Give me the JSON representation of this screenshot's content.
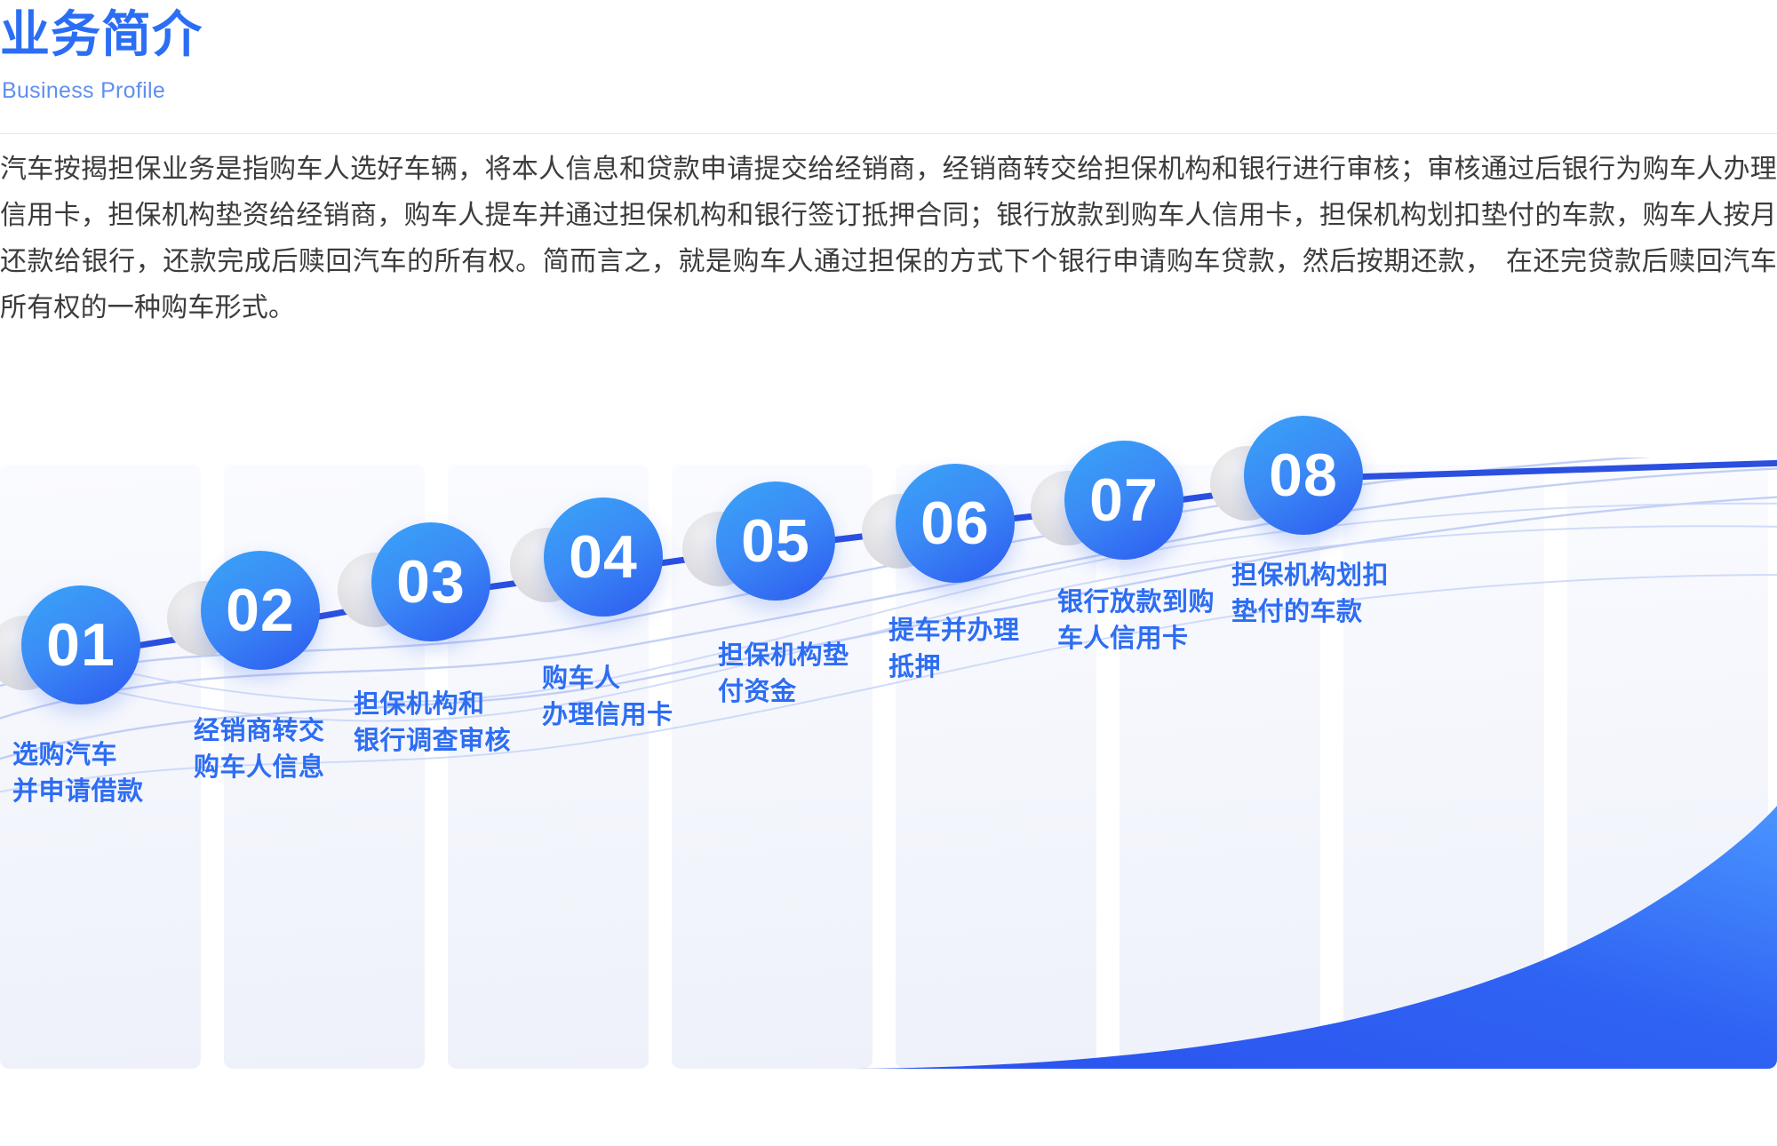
{
  "header": {
    "title": "业务简介",
    "subtitle": "Business Profile"
  },
  "intro": {
    "paragraph": "汽车按揭担保业务是指购车人选好车辆，将本人信息和贷款申请提交给经销商，经销商转交给担保机构和银行进行审核；审核通过后银行为购车人办理信用卡，担保机构垫资给经销商，购车人提车并通过担保机构和银行签订抵押合同；银行放款到购车人信用卡，担保机构划扣垫付的车款，购车人按月还款给银行，还款完成后赎回汽车的所有权。简而言之，就是购车人通过担保的方式下个银行申请购车贷款，然后按期还款，　在还完贷款后赎回汽车所有权的一种购车形式。"
  },
  "colors": {
    "brand_blue": "#2b6ef5",
    "subtitle_blue": "#5f8fef",
    "label_blue": "#2d6df3",
    "ball_gradient_start": "#39a4f7",
    "ball_gradient_end": "#2c59ef",
    "panel_bg_start": "#fafbff",
    "panel_bg_end": "#eef1f9",
    "connector_line": "#2b50e0",
    "wave_fill": "#2b5ef2",
    "body_text": "#3c3c3c",
    "rule": "#e6e6e8"
  },
  "flow": {
    "steps": [
      {
        "number": "01",
        "label": "选购汽车\n并申请借款"
      },
      {
        "number": "02",
        "label": "经销商转交\n购车人信息"
      },
      {
        "number": "03",
        "label": "担保机构和\n银行调查审核"
      },
      {
        "number": "04",
        "label": "购车人\n办理信用卡"
      },
      {
        "number": "05",
        "label": "担保机构垫\n付资金"
      },
      {
        "number": "06",
        "label": "提车并办理\n抵押"
      },
      {
        "number": "07",
        "label": "银行放款到购\n车人信用卡"
      },
      {
        "number": "08",
        "label": "担保机构划扣\n垫付的车款"
      }
    ]
  }
}
